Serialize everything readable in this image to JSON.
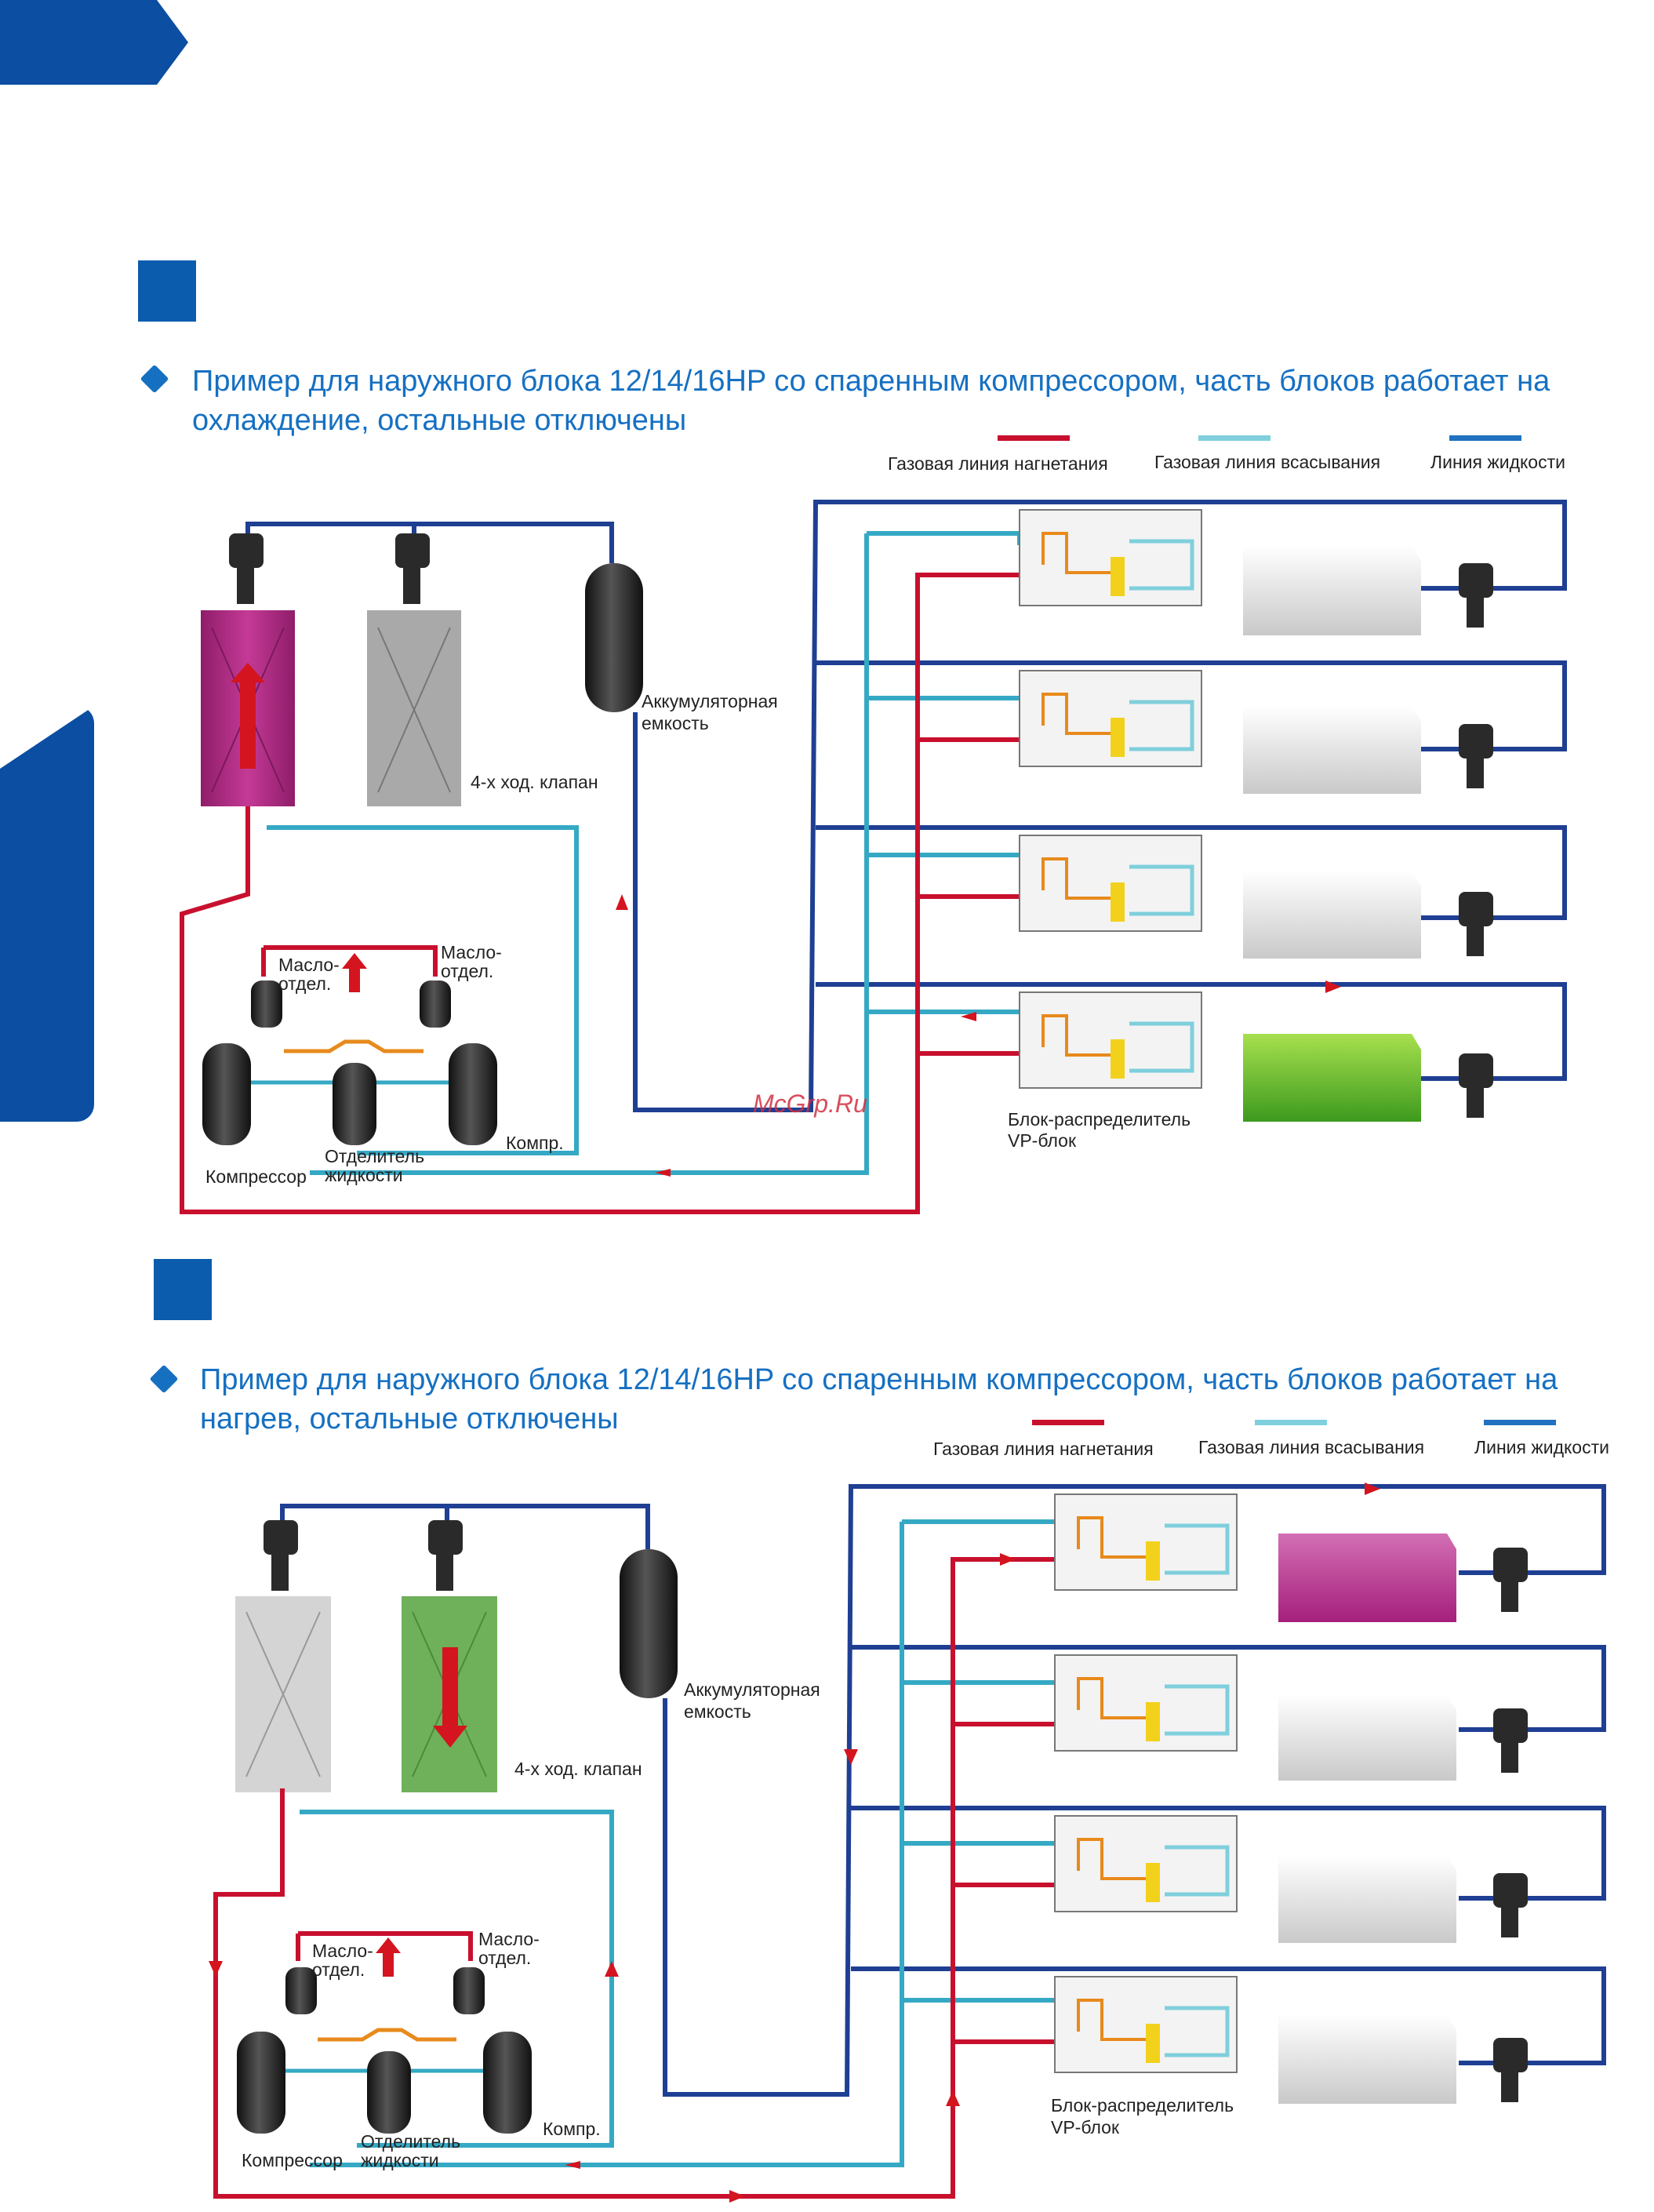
{
  "section1": {
    "heading_line1": "Пример для наружного блока 12/14/16HP со спаренным компрессором, часть блоков работает на",
    "heading_line2": "охлаждение, остальные отключены",
    "labels": {
      "accumulator_line1": "Аккумуляторная",
      "accumulator_line2": "емкость",
      "four_way_valve": "4-х ход. клапан",
      "oil_sep_left_line1": "Масло-",
      "oil_sep_left_line2": "отдел.",
      "oil_sep_right_line1": "Масло-",
      "oil_sep_right_line2": "отдел.",
      "compressor": "Компрессор",
      "liquid_sep_line1": "Отделитель",
      "liquid_sep_line2": "жидкости",
      "compr": "Компр.",
      "vp_block_line1": "Блок-распределитель",
      "vp_block_line2": "VP-блок"
    }
  },
  "section2": {
    "heading_line1": "Пример для наружного блока 12/14/16HP со спаренным компрессором, часть блоков работает на",
    "heading_line2": "нагрев, остальные отключены",
    "labels": {
      "accumulator_line1": "Аккумуляторная",
      "accumulator_line2": "емкость",
      "four_way_valve": "4-х ход. клапан",
      "oil_sep_left_line1": "Масло-",
      "oil_sep_left_line2": "отдел.",
      "oil_sep_right_line1": "Масло-",
      "oil_sep_right_line2": "отдел.",
      "compressor": "Компрессор",
      "liquid_sep_line1": "Отделитель",
      "liquid_sep_line2": "жидкости",
      "compr": "Компр.",
      "vp_block_line1": "Блок-распределитель",
      "vp_block_line2": "VP-блок"
    }
  },
  "legend": {
    "discharge": "Газовая линия нагнетания",
    "suction": "Газовая линия всасывания",
    "liquid": "Линия жидкости"
  },
  "watermark": "McGrp.Ru",
  "colors": {
    "brand_blue": "#0b4ea2",
    "heading_blue": "#1670c2",
    "discharge_red": "#c8102e",
    "suction_cyan": "#35a9c4",
    "liquid_blue": "#1f3f93",
    "heater_magenta": "#b0277f",
    "cooler_green": "#6dbb2a",
    "coil_green": "#6fb05a"
  }
}
